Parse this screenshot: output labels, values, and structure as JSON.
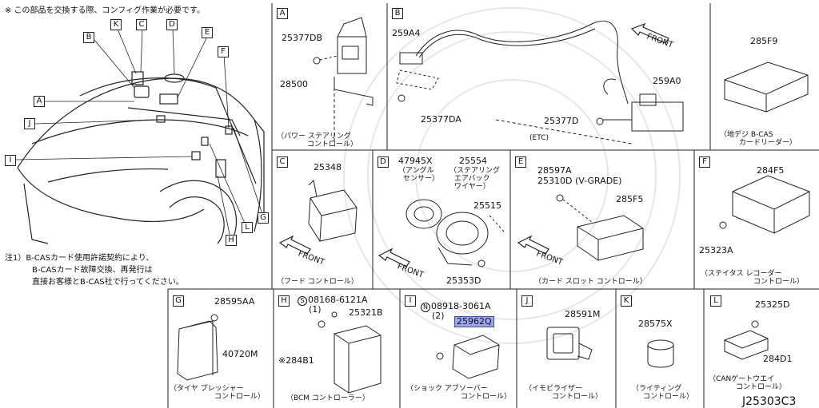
{
  "header_note": "※ この部品を交換する際、コンフィグ作業が必要です。",
  "footnote": {
    "line1": "注1）B-CASカード使用許諾契約により、",
    "line2": "B-CASカード故障交換、再発行は",
    "line3": "直接お客様とB-CAS社で行ってください。"
  },
  "overview_labels": [
    "B",
    "K",
    "C",
    "D",
    "E",
    "F",
    "A",
    "J",
    "I",
    "G",
    "L",
    "H"
  ],
  "diagram_id": "J25303C3",
  "front_label": "FRONT",
  "panels": {
    "A": {
      "letter": "A",
      "parts": [
        "25377DB",
        "28500"
      ],
      "caption1": "（パワー ステアリング",
      "caption2": "コントロール）"
    },
    "B": {
      "letter": "B",
      "parts": [
        "259A4",
        "25377DA",
        "25377D",
        "259A0"
      ],
      "caption1": "(ETC)"
    },
    "F9": {
      "part": "285F9",
      "caption1": "（地デジ B-CAS",
      "caption2": "カードリーダー）"
    },
    "C": {
      "letter": "C",
      "parts": [
        "25348"
      ],
      "caption1": "（フード コントロール）"
    },
    "D": {
      "letter": "D",
      "parts": [
        "47945X",
        "25554",
        "25515",
        "25353D"
      ],
      "note1": "（アングル",
      "note2": "センサー）",
      "note3": "（ステアリング",
      "note4": "エアバック",
      "note5": "ワイヤー）"
    },
    "E": {
      "letter": "E",
      "parts": [
        "28597A",
        "25310D (V-GRADE)",
        "285F5"
      ],
      "caption1": "（カード スロット コントロール）"
    },
    "F": {
      "letter": "F",
      "parts": [
        "284F5",
        "25323A"
      ],
      "caption1": "（ステイタス レコーダー",
      "caption2": "コントロール）"
    },
    "G": {
      "letter": "G",
      "parts": [
        "28595AA",
        "40720M"
      ],
      "caption1": "（タイヤ プレッシャー",
      "caption2": "コントロール）"
    },
    "H": {
      "letter": "H",
      "parts": [
        "08168-6121A",
        "(1)",
        "25321B",
        "※284B1"
      ],
      "symbol": "S",
      "caption1": "（BCM コントローラー）"
    },
    "I": {
      "letter": "I",
      "parts": [
        "08918-3061A",
        "(2)",
        "25962Q"
      ],
      "symbol": "N",
      "caption1": "（ショック アブソーバー",
      "caption2": "コントロール）"
    },
    "J": {
      "letter": "J",
      "parts": [
        "28591M"
      ],
      "caption1": "（イモビライザー",
      "caption2": "コントロール）"
    },
    "K": {
      "letter": "K",
      "parts": [
        "28575X"
      ],
      "caption1": "（ライティング",
      "caption2": "コントロール）"
    },
    "L": {
      "letter": "L",
      "parts": [
        "25325D",
        "284D1"
      ],
      "caption1": "（CANゲートウエイ",
      "caption2": "コントロール）"
    }
  }
}
